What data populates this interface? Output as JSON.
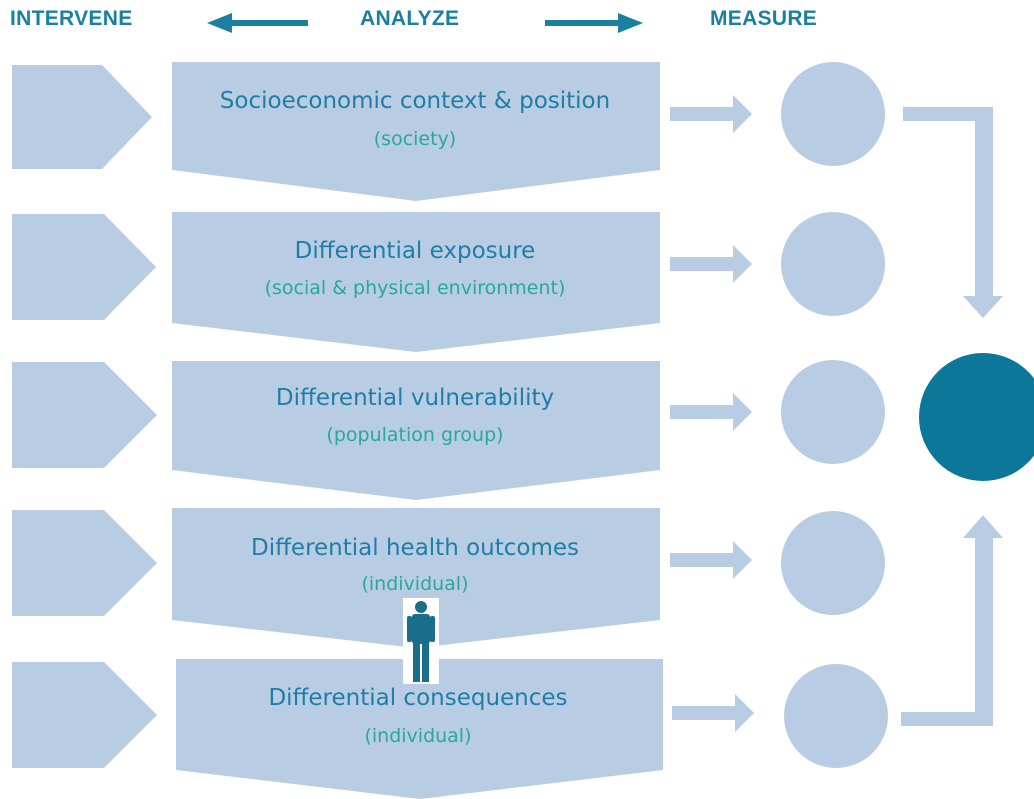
{
  "headers": {
    "intervene": "INTERVENE",
    "analyze": "ANALYZE",
    "measure": "MEASURE"
  },
  "levels": [
    {
      "title": "Socioeconomic context & position",
      "sub": "(society)"
    },
    {
      "title": "Differential exposure",
      "sub": "(social & physical environment)"
    },
    {
      "title": "Differential vulnerability",
      "sub": "(population group)"
    },
    {
      "title": "Differential health outcomes",
      "sub": "(individual)"
    },
    {
      "title": "Differential consequences",
      "sub": "(individual)"
    }
  ],
  "icons": {
    "person": "person-icon"
  },
  "colors": {
    "shape_fill": "#b8cce4",
    "header_text": "#1a7fa0",
    "title_text": "#1f7ea6",
    "sub_text": "#2aa89a",
    "outcome_circle": "#0d7799",
    "person": "#1a6e8a"
  }
}
